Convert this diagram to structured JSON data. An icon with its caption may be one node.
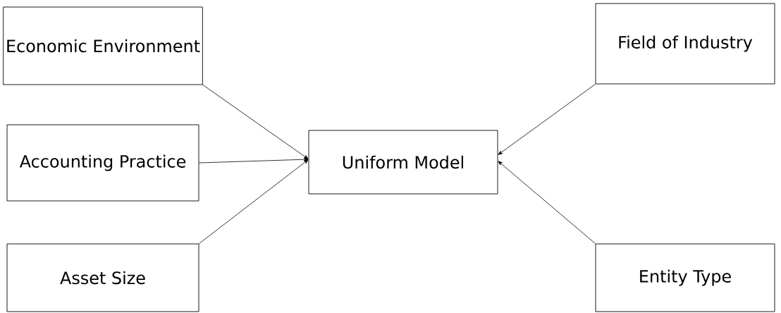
{
  "diagram": {
    "nodes": [
      {
        "text": [
          "Economic Environment"
        ]
      },
      {
        "text": [
          "Accounting Practice"
        ]
      },
      {
        "text": [
          "Asset Size"
        ]
      },
      {
        "text": [
          "Field of Industry"
        ]
      },
      {
        "text": [
          "Entity Type"
        ]
      },
      {
        "text": [
          "Uniform Model"
        ]
      }
    ],
    "edges": [
      {
        "from": 0,
        "to": 5,
        "arrow": "to"
      },
      {
        "from": 1,
        "to": 5,
        "arrow": "to"
      },
      {
        "from": 2,
        "to": 5,
        "arrow": "to"
      },
      {
        "from": 3,
        "to": 5,
        "arrow": "to"
      },
      {
        "from": 4,
        "to": 5,
        "arrow": "to"
      }
    ]
  }
}
